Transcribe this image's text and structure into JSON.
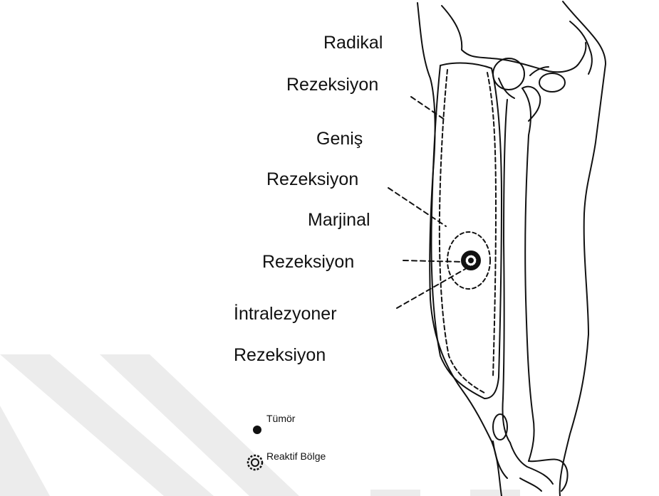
{
  "labels": {
    "radical_line1": "Radikal",
    "radical_line2": "Rezeksiyon",
    "wide_line1": "Geniş",
    "wide_line2": "Rezeksiyon",
    "marginal_line1": "Marjinal",
    "marginal_line2": "Rezeksiyon",
    "intralesional_line1": "İntralezyoner",
    "intralesional_line2": "Rezeksiyon"
  },
  "legend": {
    "tumor": "Tümör",
    "reactive_zone": "Reaktif Bölge"
  },
  "colors": {
    "ink": "#111111",
    "watermark": "#e6e6e6"
  }
}
